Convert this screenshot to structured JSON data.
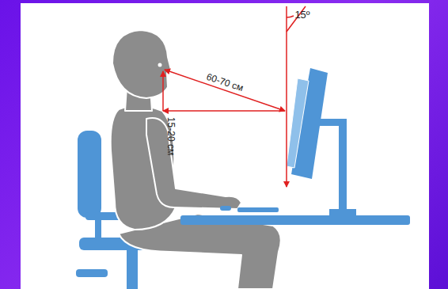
{
  "diagram": {
    "labels": [
      "15º",
      "60-70 см",
      "15-20 см"
    ]
  }
}
